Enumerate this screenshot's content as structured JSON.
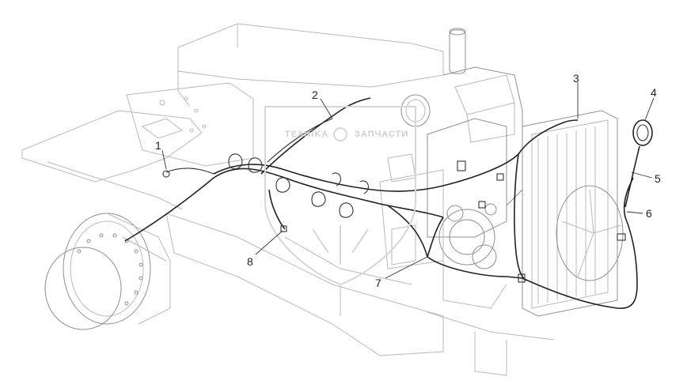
{
  "watermark": {
    "left_text": "TEXHIKA",
    "right_text": "ЗАПЧАСТИ"
  },
  "callouts": [
    {
      "id": "1",
      "label": "1"
    },
    {
      "id": "2",
      "label": "2"
    },
    {
      "id": "3",
      "label": "3"
    },
    {
      "id": "4",
      "label": "4"
    },
    {
      "id": "5",
      "label": "5"
    },
    {
      "id": "6",
      "label": "6"
    },
    {
      "id": "7",
      "label": "7"
    },
    {
      "id": "8",
      "label": "8"
    }
  ],
  "colors": {
    "line_art": "#b9b9b9",
    "harness": "#222222",
    "watermark": "#cfcfcf"
  }
}
